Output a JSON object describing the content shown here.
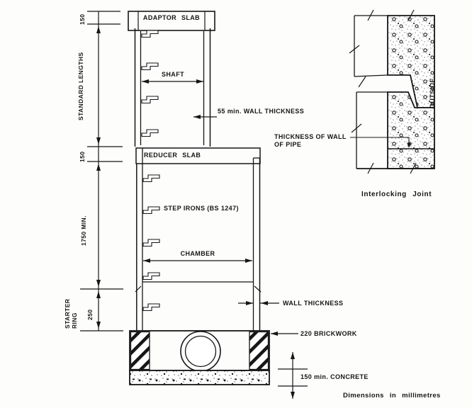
{
  "drawing": {
    "colors": {
      "ink": "#161616",
      "paper": "#fdfdfc"
    },
    "labels": {
      "adaptor_slab": "ADAPTOR SLAB",
      "shaft": "SHAFT",
      "wall_thickness_55": "55 min. WALL THICKNESS",
      "reducer_slab": "REDUCER SLAB",
      "step_irons": "STEP IRONS (BS 1247)",
      "chamber": "CHAMBER",
      "wall_thickness": "WALL THICKNESS",
      "brickwork_220": "220 BRICKWORK",
      "concrete_150": "150 min. CONCRETE",
      "thickness_of_wall_line1": "THICKNESS OF WALL",
      "thickness_of_wall_line2": "OF PIPE"
    },
    "dimensions": {
      "top_150": "150",
      "standard_lengths": "STANDARD LENGTHS",
      "mid_150": "150",
      "min_1750": "1750 MIN.",
      "starter_ring_line1": "STARTER",
      "starter_ring_line2": "RING",
      "ring_250": "250"
    },
    "joint_detail": {
      "outside": "OUTSIDE",
      "caption": "Interlocking Joint"
    },
    "footnote": "Dimensions in millimetres"
  }
}
